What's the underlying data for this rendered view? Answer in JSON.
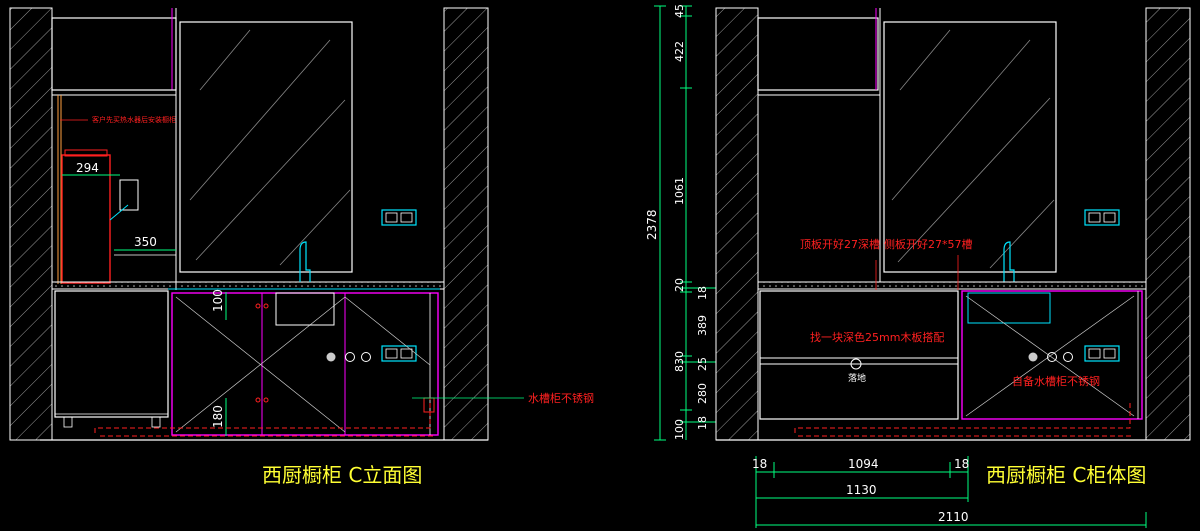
{
  "left": {
    "title": "西厨橱柜 C立面图",
    "dims": {
      "d294": "294",
      "d350": "350",
      "d100": "100",
      "d180": "180"
    },
    "annotations": {
      "top_note": "客户先买热水器后安装橱柜",
      "sink_note": "水槽柜不锈钢"
    }
  },
  "right": {
    "title": "西厨橱柜 C柜体图",
    "vertical_dims": [
      "45",
      "422",
      "1061",
      "20",
      "830",
      "18",
      "389",
      "25",
      "280",
      "100",
      "18"
    ],
    "vertical_total": "2378",
    "horizontal_dims": {
      "a": "18",
      "b": "1094",
      "c": "18",
      "sub": "1130",
      "total": "2110"
    },
    "annotations": {
      "top_board": "顶板开好27深槽",
      "side_board": "侧板开好27*57槽",
      "shelf_note": "找一块深色25mm木板搭配",
      "drain": "落地",
      "sink_note": "自备水槽柜不锈钢"
    }
  },
  "colors": {
    "line": "#ffffff",
    "dim": "#00ff7f",
    "red": "#ff2020",
    "magenta": "#ff00ff",
    "cyan": "#00e5ff",
    "yellow": "#ffff33",
    "orange": "#ffa040"
  }
}
